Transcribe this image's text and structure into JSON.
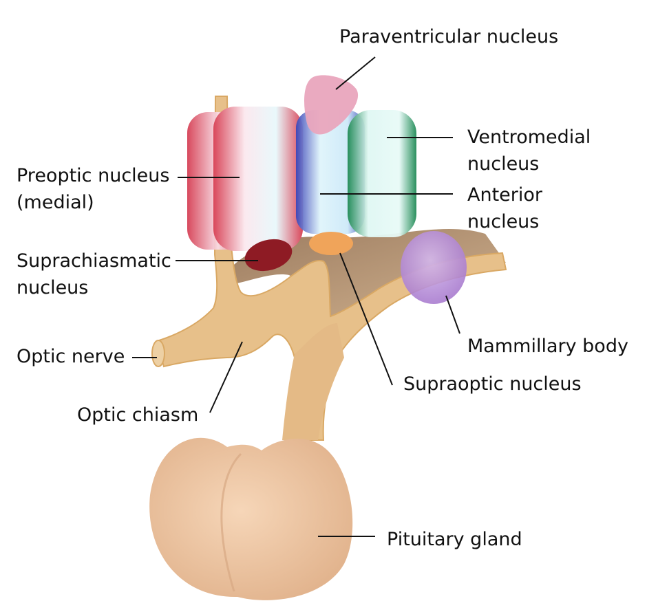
{
  "labels": {
    "paraventricular": {
      "lines": [
        "Paraventricular nucleus"
      ]
    },
    "ventromedial": {
      "lines": [
        "Ventromedial",
        "nucleus"
      ]
    },
    "preoptic": {
      "lines": [
        "Preoptic nucleus",
        "(medial)"
      ]
    },
    "anterior": {
      "lines": [
        "Anterior",
        "nucleus"
      ]
    },
    "suprachiasmatic": {
      "lines": [
        "Suprachiasmatic",
        "nucleus"
      ]
    },
    "optic_nerve": {
      "lines": [
        "Optic nerve"
      ]
    },
    "mammillary": {
      "lines": [
        "Mammillary body"
      ]
    },
    "supraoptic": {
      "lines": [
        "Supraoptic nucleus"
      ]
    },
    "optic_chiasm": {
      "lines": [
        "Optic chiasm"
      ]
    },
    "pituitary": {
      "lines": [
        "Pituitary gland"
      ]
    }
  },
  "colors": {
    "tissue": "#e7c08a",
    "tissue_shadow": "#a9825a",
    "pituitary": "#efc6a2",
    "preoptic": "#d9475a",
    "anterior": "#3a45b8",
    "ventromedial": "#1f8a55",
    "paraventricular": "#e9a5bd",
    "suprachiasmatic": "#8e1b24",
    "supraoptic": "#f0a45a",
    "mammillary": "#b48ad6",
    "leader": "#111111"
  }
}
